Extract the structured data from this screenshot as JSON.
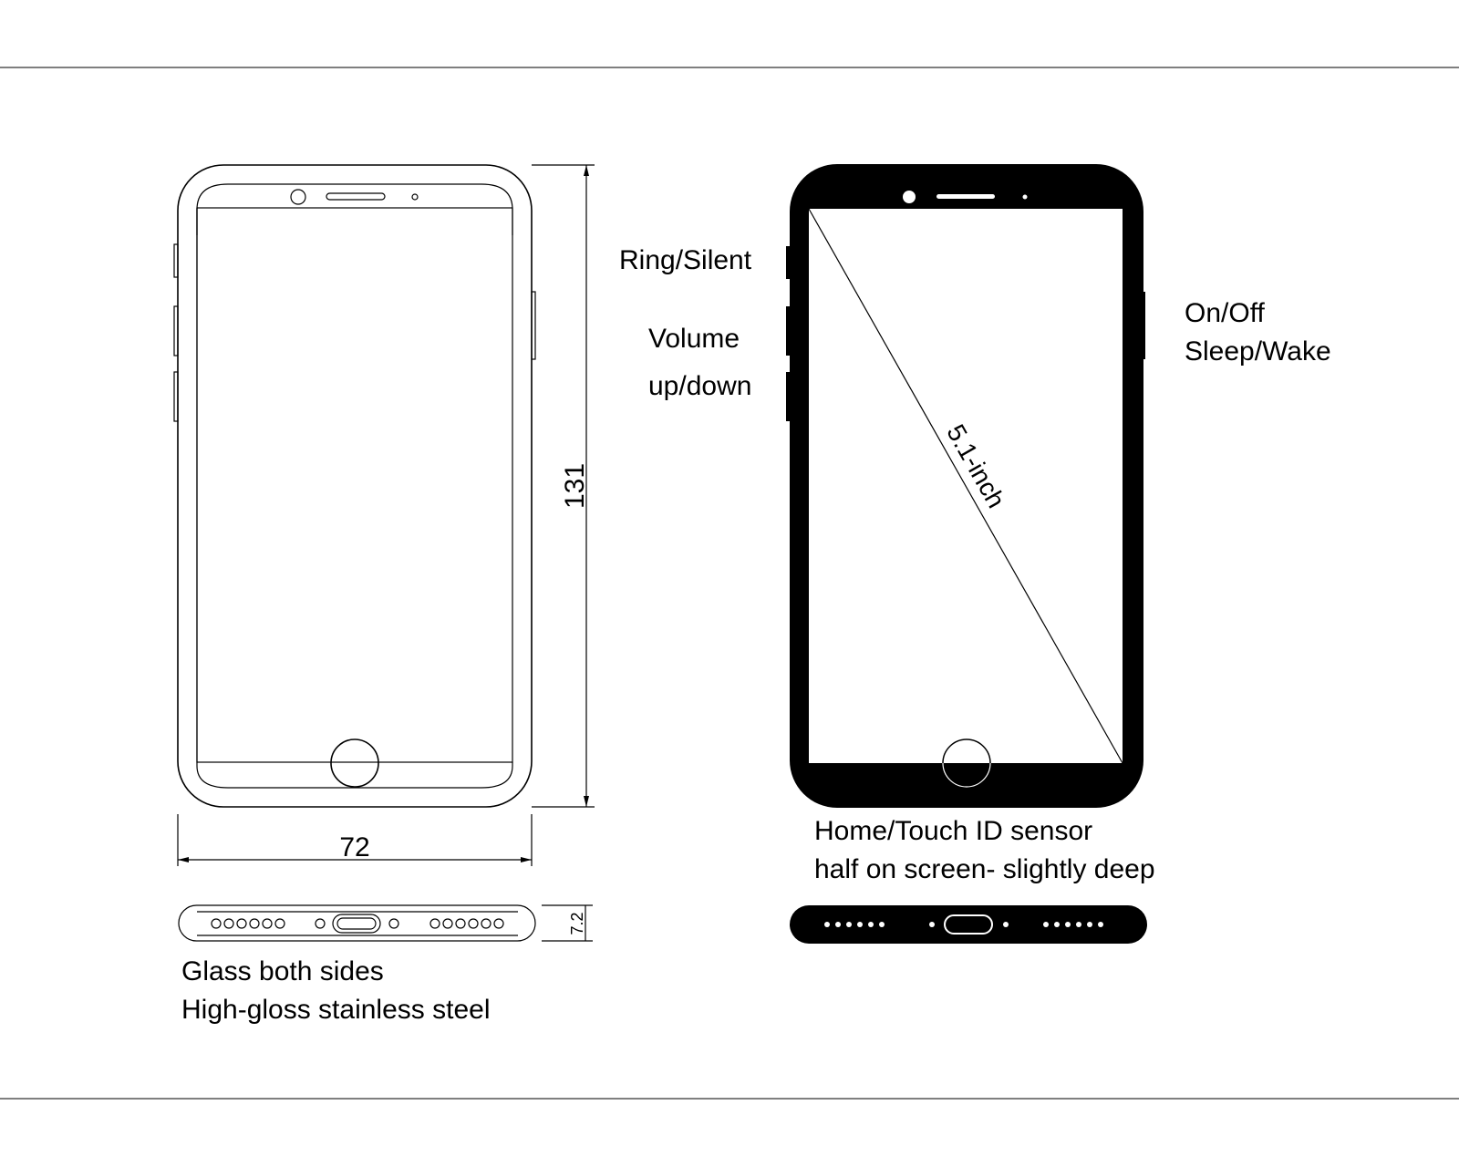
{
  "front_view": {
    "height_dimension": "131",
    "width_dimension": "72",
    "thickness_dimension": "7.2",
    "material_notes": [
      "Glass both sides",
      "High-gloss stainless steel"
    ]
  },
  "labeled_view": {
    "ring_silent": "Ring/Silent",
    "volume": [
      "Volume",
      "up/down"
    ],
    "power": [
      "On/Off",
      "Sleep/Wake"
    ],
    "screen_size": "5.1-inch",
    "home_sensor": [
      "Home/Touch ID sensor",
      "half on screen- slightly deep"
    ]
  },
  "colors": {
    "line": "#000000",
    "background": "#ffffff",
    "rule": "#555555"
  }
}
